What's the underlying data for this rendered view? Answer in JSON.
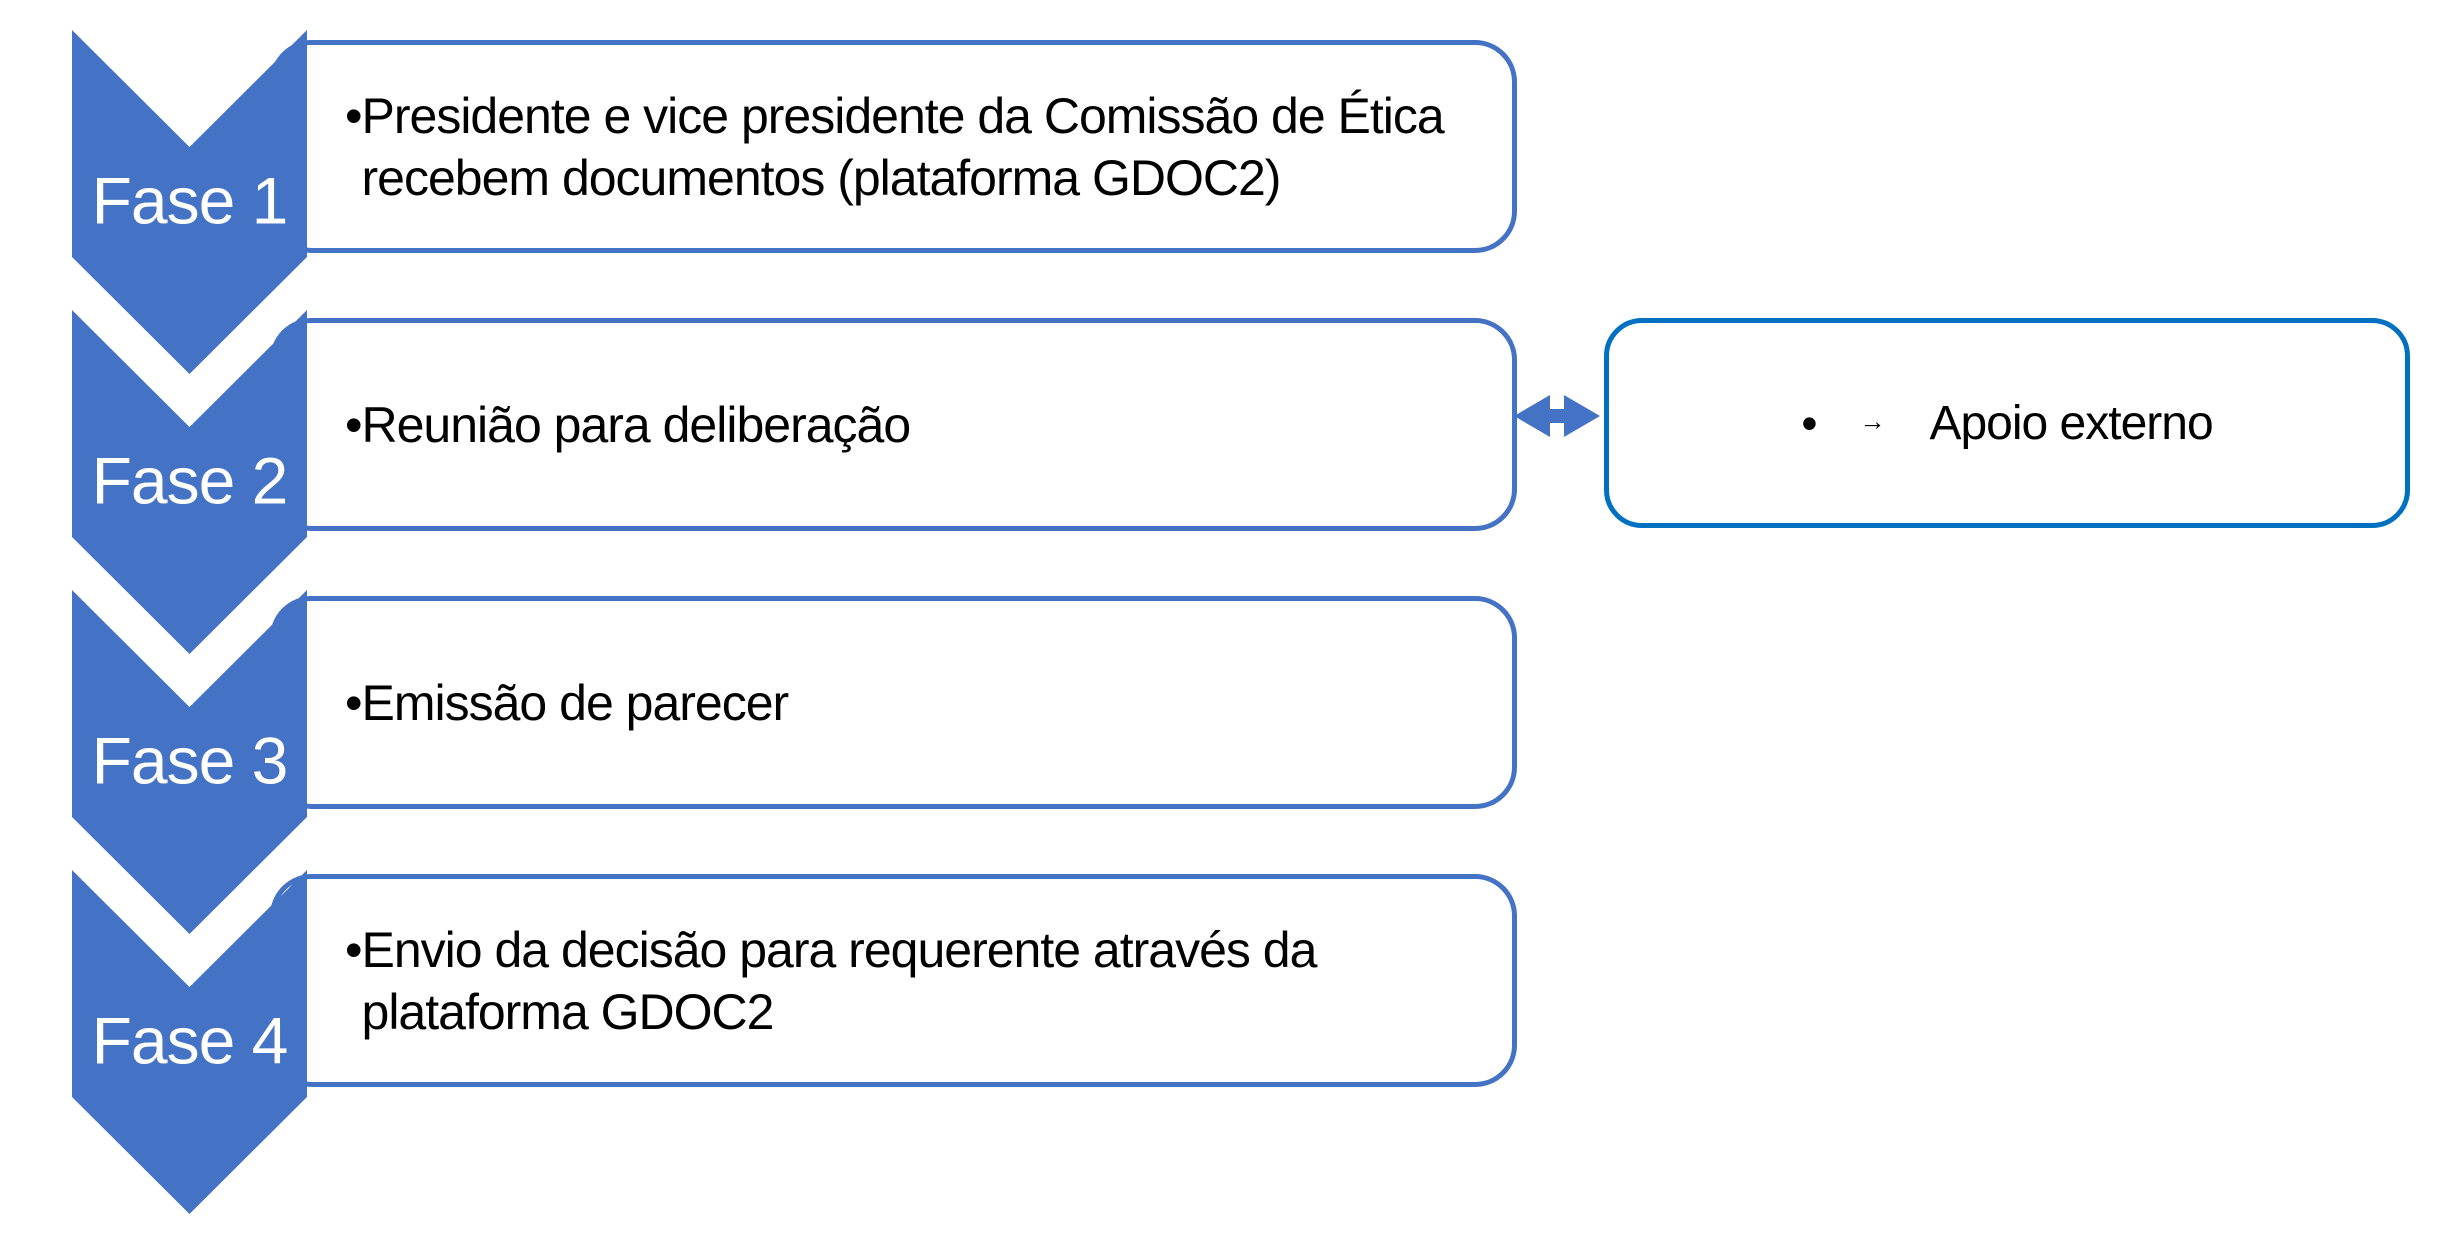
{
  "palette": {
    "chevron_blue": "#4472C4",
    "box_border_blue": "#4472C4",
    "side_border_blue": "#0070C0",
    "connector_blue": "#4472C4",
    "body_text": "#000000",
    "label_text": "#FFFFFF",
    "background": "#FFFFFF"
  },
  "diagram": {
    "type": "vertical-chevron-process-list",
    "phases": [
      {
        "label": "Fase 1",
        "bullet": "•",
        "text": "Presidente e vice presidente da Comissão de Ética recebem documentos (plataforma GDOC2)"
      },
      {
        "label": "Fase 2",
        "bullet": "•",
        "text": "Reunião para deliberação"
      },
      {
        "label": "Fase 3",
        "bullet": "•",
        "text": "Emissão de parecer"
      },
      {
        "label": "Fase 4",
        "bullet": "•",
        "text": "Envio da decisão para requerente através da plataforma GDOC2"
      }
    ],
    "side_note": {
      "bullet": "•",
      "marker": "→",
      "text": "Apoio externo",
      "connected_to": "Fase 2"
    }
  }
}
